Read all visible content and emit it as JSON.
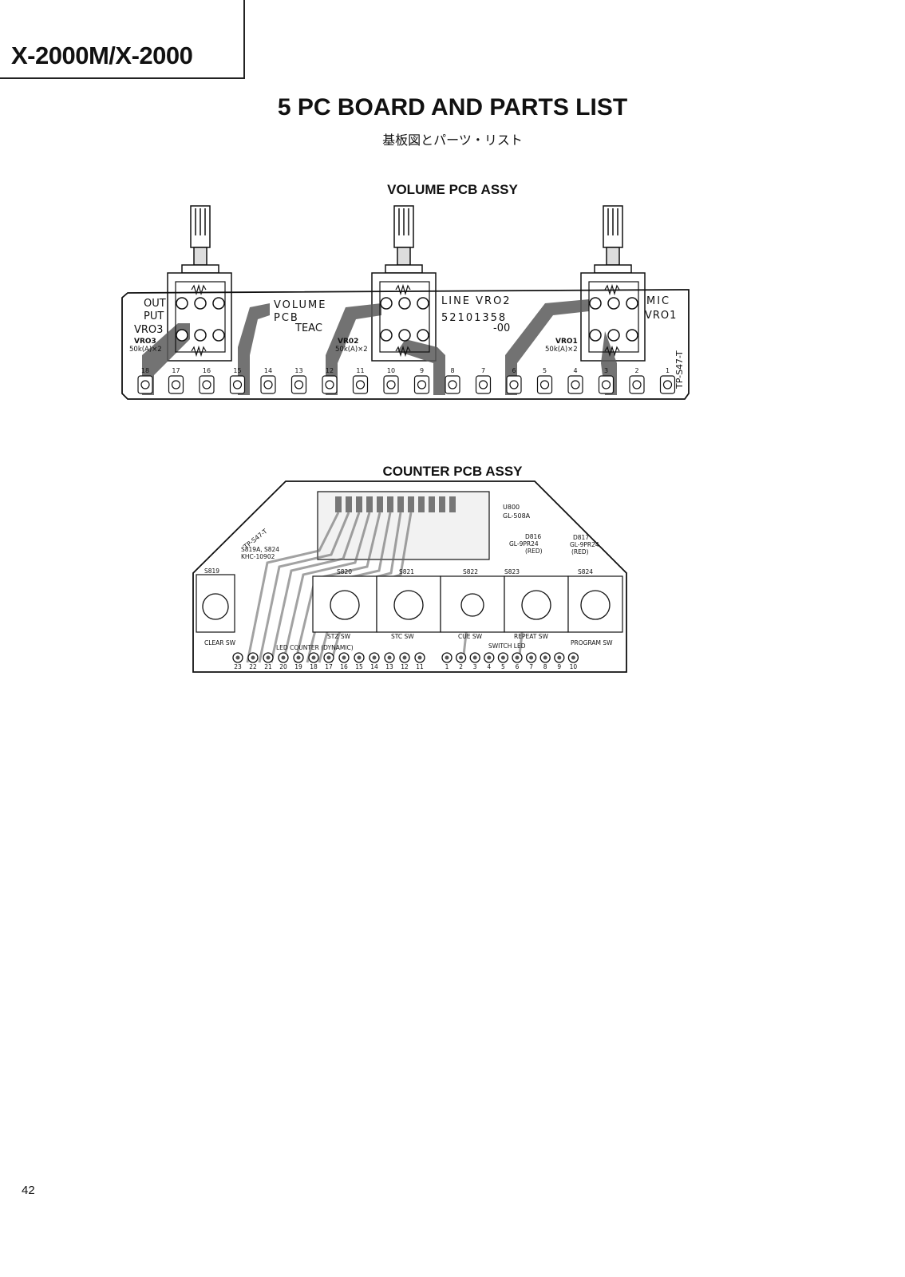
{
  "header": {
    "model": "X-2000M/X-2000"
  },
  "section": {
    "title": "5 PC BOARD AND PARTS LIST",
    "subtitle": "基板図とパーツ・リスト"
  },
  "volume_pcb": {
    "title": "VOLUME PCB ASSY",
    "labels": {
      "out": "OUT",
      "put": "PUT",
      "vr03": "VRO3",
      "vr03_small": "VRO3",
      "vr03_value": "50k(A)×2",
      "volume": "VOLUME",
      "pcb": "PCB",
      "teac": "TEAC",
      "vr02": "VR02",
      "vr02_value": "50k(A)×2",
      "line_vr02": "LINE VRO2",
      "part_number": "52101358",
      "suffix": "-00",
      "vr01": "VRO1",
      "vr01_value": "50k(A)×2",
      "mic": "MIC",
      "mic_vr01": "VRO1",
      "board_code": "TP-S47-T"
    },
    "pins": [
      "18",
      "17",
      "16",
      "15",
      "14",
      "13",
      "12",
      "11",
      "10",
      "9",
      "8",
      "7",
      "6",
      "5",
      "4",
      "3",
      "2",
      "1"
    ]
  },
  "counter_pcb": {
    "title": "COUNTER PCB ASSY",
    "labels": {
      "u800": "U800",
      "u800_part": "GL-508A",
      "d816": "D816",
      "d816_part": "GL-9PR24",
      "d816_color": "(RED)",
      "d817": "D817",
      "d817_part": "GL-9PR24",
      "d817_color": "(RED)",
      "s819a": "S819A, S824",
      "khc": "KHC-10902",
      "board_code": "TP-S47-T",
      "s819": "S819",
      "s820": "S820",
      "s821": "S821",
      "s822": "S822",
      "s823": "S823",
      "s824": "S824",
      "clear_sw": "CLEAR SW",
      "stz_sw": "STZ SW",
      "stc_sw": "STC SW",
      "cue_sw": "CUE SW",
      "repeat_sw": "REPEAT SW",
      "program_sw": "PROGRAM SW",
      "led_counter": "LED COUNTER (DYNAMIC)",
      "switch_led": "SWITCH LED"
    },
    "left_pins": [
      "23",
      "22",
      "21",
      "20",
      "19",
      "18",
      "17",
      "16",
      "15",
      "14",
      "13",
      "12",
      "11"
    ],
    "right_pins": [
      "1",
      "2",
      "3",
      "4",
      "5",
      "6",
      "7",
      "8",
      "9",
      "10"
    ]
  },
  "footer": {
    "page_number": "42"
  }
}
